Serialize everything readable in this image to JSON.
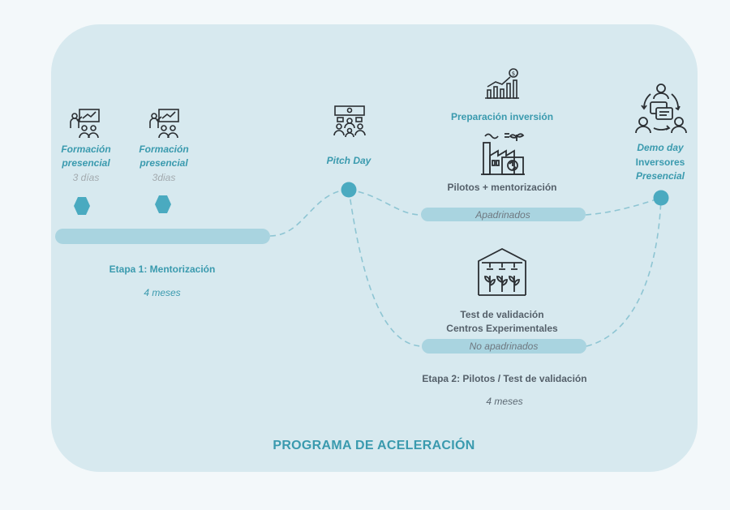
{
  "stage1": {
    "training1": {
      "title_line1": "Formación",
      "title_line2": "presencial",
      "duration": "3 días"
    },
    "training2": {
      "title_line1": "Formación",
      "title_line2": "presencial",
      "duration": "3dias"
    },
    "label": "Etapa 1: Mentorización",
    "duration": "4 meses"
  },
  "pitch_day": {
    "label": "Pitch Day"
  },
  "sponsored_track": {
    "investment_label": "Preparación inversión",
    "pilots_label": "Pilotos + mentorización",
    "pill_label": "Apadrinados"
  },
  "unsponsored_track": {
    "test_line1": "Test de validación",
    "test_line2": "Centros Experimentales",
    "pill_label": "No apadrinados"
  },
  "stage2": {
    "label": "Etapa 2: Pilotos / Test de validación",
    "duration": "4 meses"
  },
  "demo_day": {
    "line1": "Demo day",
    "line2": "Inversores",
    "line3": "Presencial"
  },
  "footer": {
    "title": "PROGRAMA DE ACELERACIÓN"
  },
  "colors": {
    "accent": "#3a9aae",
    "pill": "#a9d4e0",
    "panel": "#d7e9ef",
    "node": "#4aaac0"
  },
  "icons": [
    "training-icon",
    "pitch-icon",
    "investment-chart-icon",
    "factory-icon",
    "greenhouse-icon",
    "demo-day-icon"
  ]
}
